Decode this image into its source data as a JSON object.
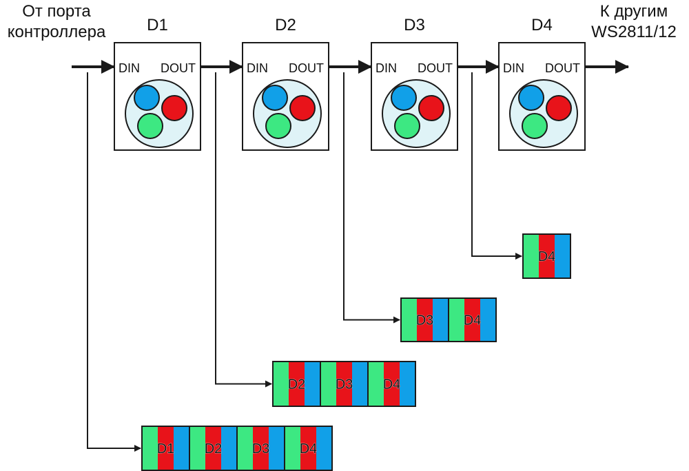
{
  "source_label": [
    "От порта",
    "контроллера"
  ],
  "target_label": [
    "К другим",
    "WS2811/12"
  ],
  "din_label": "DIN",
  "dout_label": "DOUT",
  "devices": [
    {
      "name": "D1"
    },
    {
      "name": "D2"
    },
    {
      "name": "D3"
    },
    {
      "name": "D4"
    }
  ],
  "colors": {
    "green": "#3de882",
    "red": "#e8131a",
    "blue": "#11a0e8",
    "led_ring": "#dff3f7",
    "wire": "#1a1a1a"
  },
  "packets": [
    {
      "tap_device": "D1",
      "frames": [
        "D1",
        "D2",
        "D3",
        "D4"
      ]
    },
    {
      "tap_device": "D2",
      "frames": [
        "D2",
        "D3",
        "D4"
      ]
    },
    {
      "tap_device": "D3",
      "frames": [
        "D3",
        "D4"
      ]
    },
    {
      "tap_device": "D4",
      "frames": [
        "D4"
      ]
    }
  ]
}
